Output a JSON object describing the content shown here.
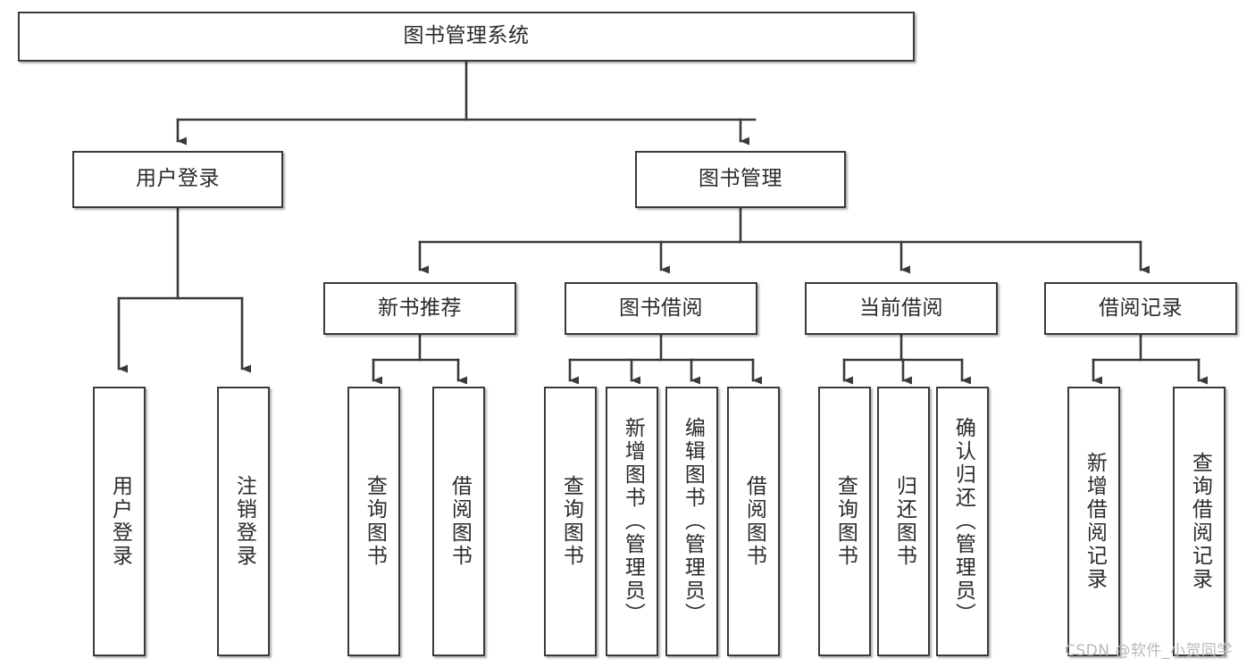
{
  "diagram": {
    "title": "图书管理系统",
    "type": "hierarchy-tree",
    "watermark": "CSDN @软件_小贺同学",
    "colors": {
      "box_border": "#3a3a3a",
      "box_fill": "#ffffff",
      "connector": "#3a3a3a",
      "text": "#2b2b2b",
      "watermark": "#b9b9b9",
      "background": "#ffffff"
    },
    "root": {
      "id": "root",
      "label": "图书管理系统"
    },
    "level2": [
      {
        "id": "user-login",
        "label": "用户登录"
      },
      {
        "id": "book-manage",
        "label": "图书管理"
      }
    ],
    "level3": [
      {
        "id": "new-book-recommend",
        "label": "新书推荐",
        "parent": "book-manage"
      },
      {
        "id": "book-borrow",
        "label": "图书借阅",
        "parent": "book-manage"
      },
      {
        "id": "current-borrow",
        "label": "当前借阅",
        "parent": "book-manage"
      },
      {
        "id": "borrow-record",
        "label": "借阅记录",
        "parent": "book-manage"
      }
    ],
    "leaves": [
      {
        "id": "leaf-user-login",
        "label": "用户登录",
        "parent": "user-login"
      },
      {
        "id": "leaf-logout-login",
        "label": "注销登录",
        "parent": "user-login"
      },
      {
        "id": "leaf-query-book-1",
        "label": "查询图书",
        "parent": "new-book-recommend"
      },
      {
        "id": "leaf-borrow-book-1",
        "label": "借阅图书",
        "parent": "new-book-recommend"
      },
      {
        "id": "leaf-query-book-2",
        "label": "查询图书",
        "parent": "book-borrow"
      },
      {
        "id": "leaf-add-book",
        "label": "新增图书（管理员）",
        "parent": "book-borrow"
      },
      {
        "id": "leaf-edit-book",
        "label": "编辑图书（管理员）",
        "parent": "book-borrow"
      },
      {
        "id": "leaf-borrow-book-2",
        "label": "借阅图书",
        "parent": "book-borrow"
      },
      {
        "id": "leaf-query-book-3",
        "label": "查询图书",
        "parent": "current-borrow"
      },
      {
        "id": "leaf-return-book",
        "label": "归还图书",
        "parent": "current-borrow"
      },
      {
        "id": "leaf-confirm-return",
        "label": "确认归还（管理员）",
        "parent": "current-borrow"
      },
      {
        "id": "leaf-add-record",
        "label": "新增借阅记录",
        "parent": "borrow-record"
      },
      {
        "id": "leaf-query-record",
        "label": "查询借阅记录",
        "parent": "borrow-record"
      }
    ]
  }
}
